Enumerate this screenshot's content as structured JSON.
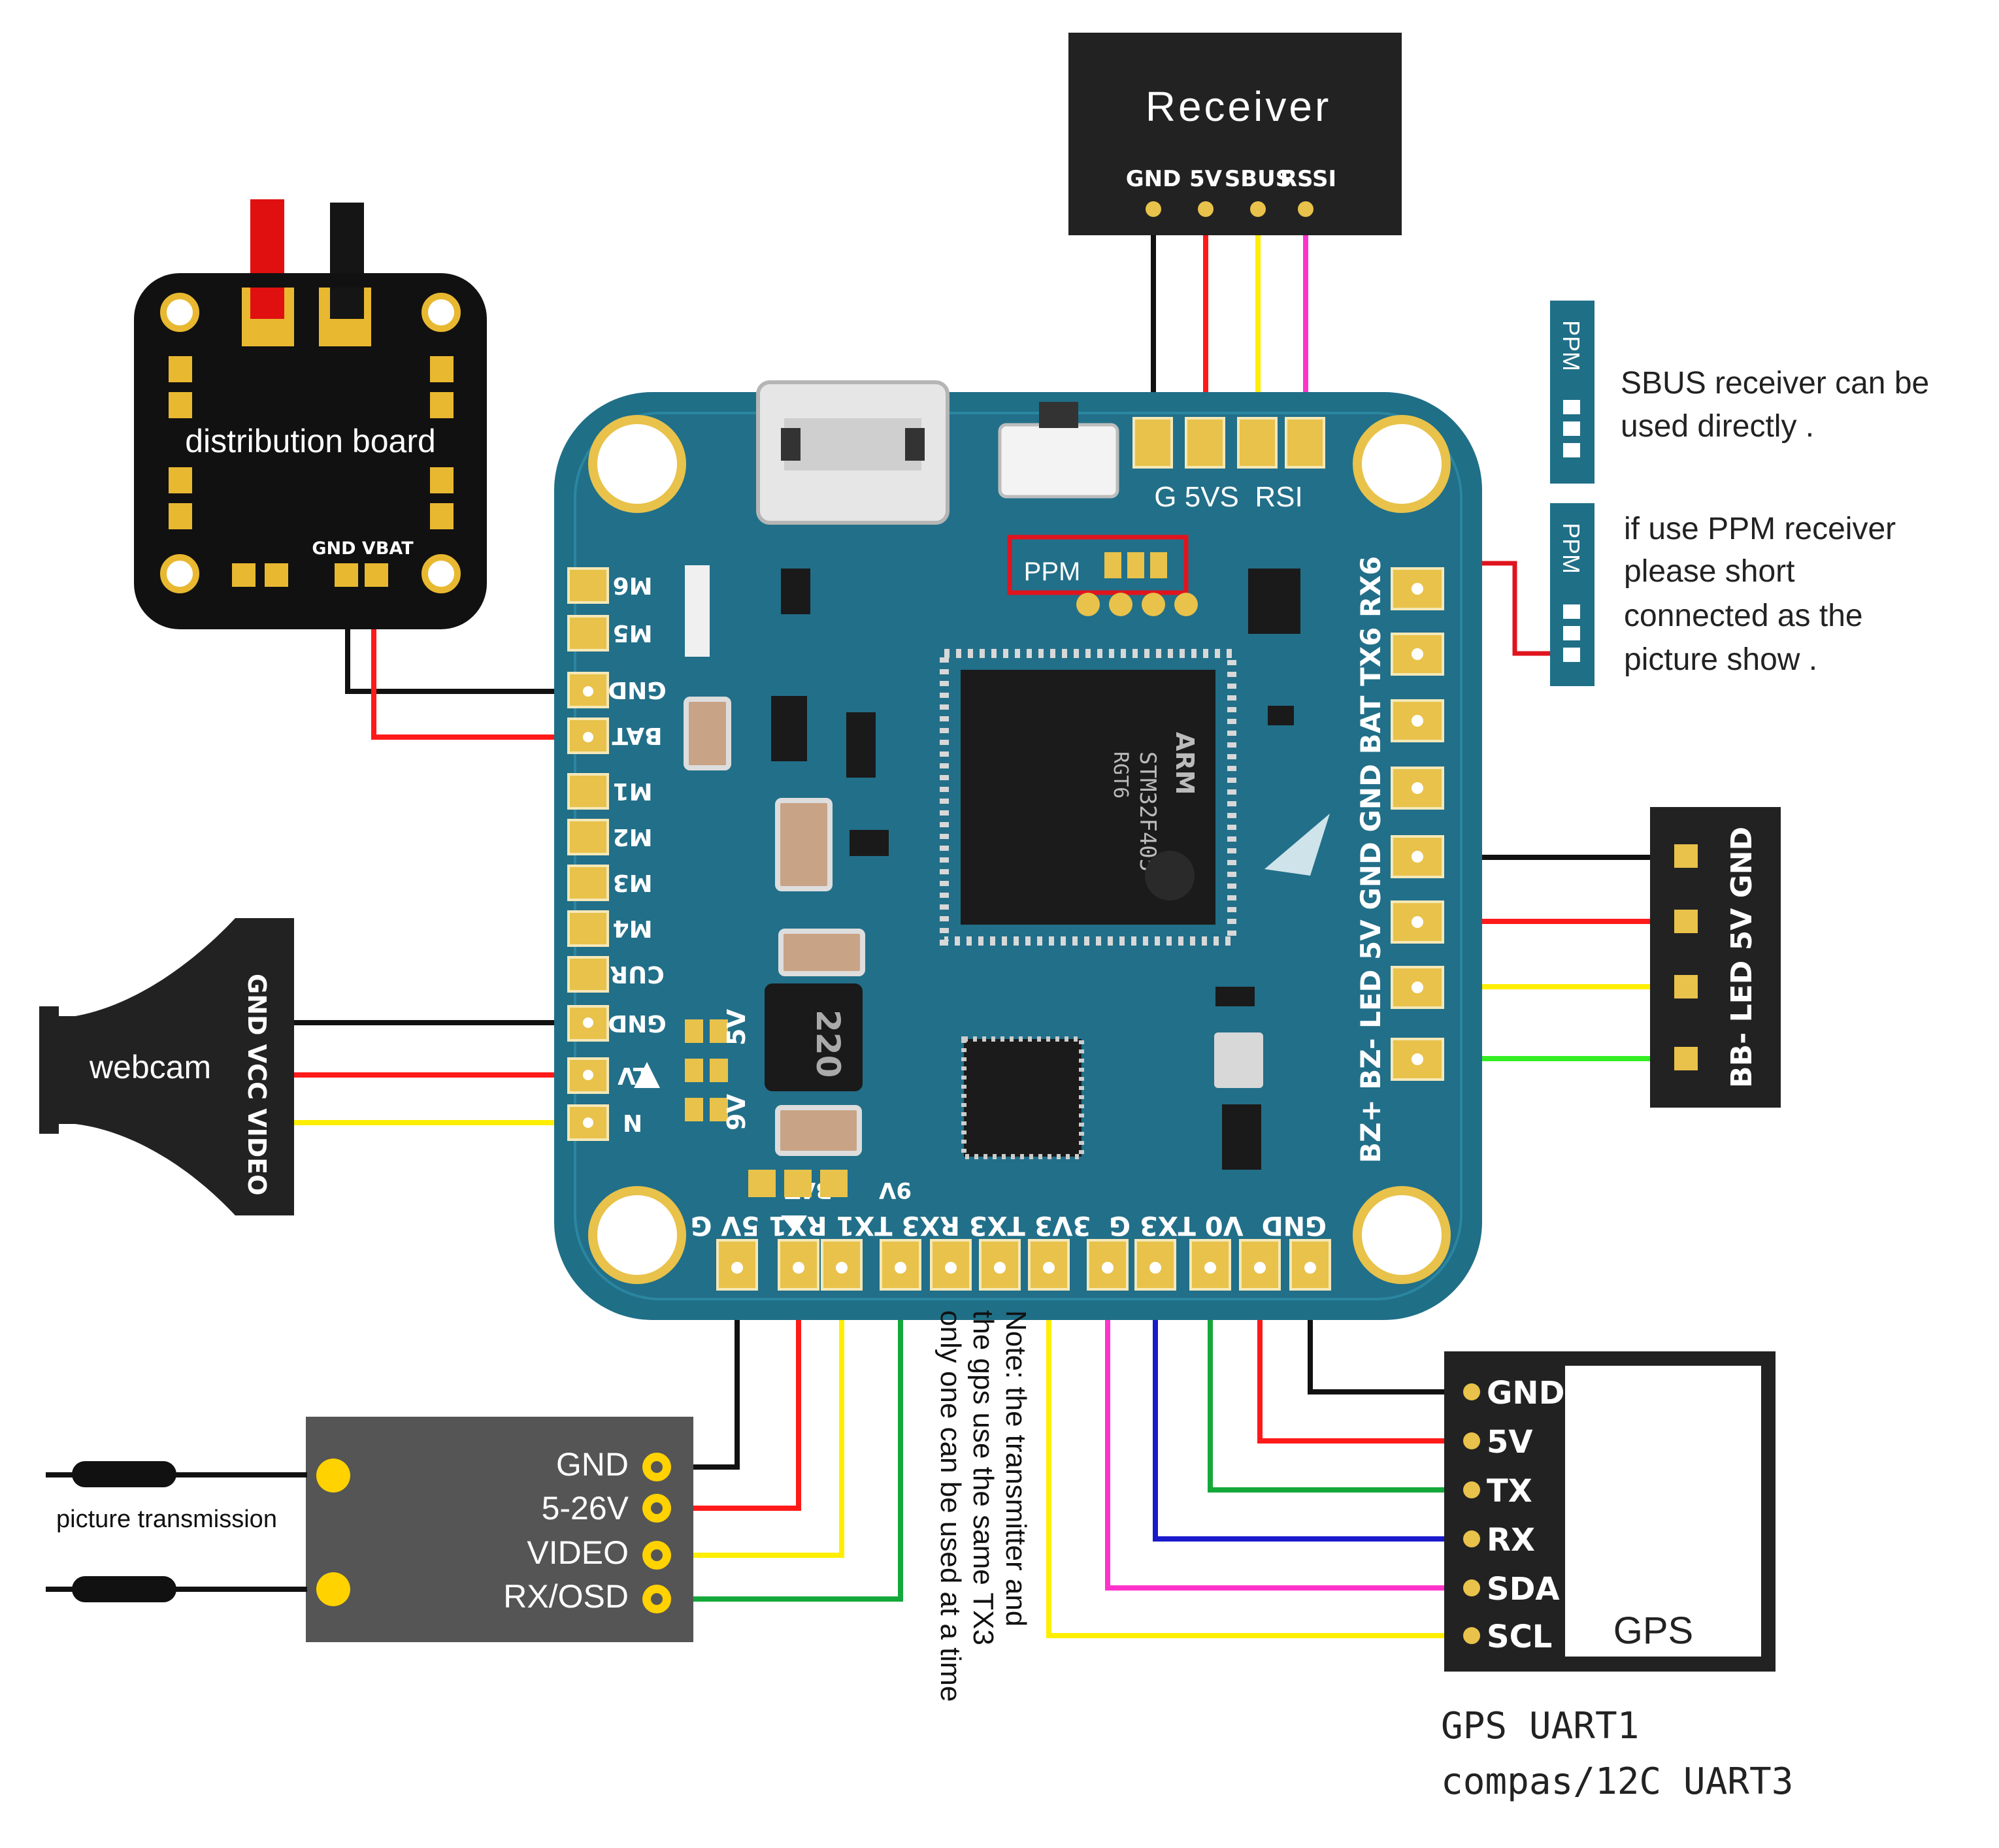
{
  "receiver": {
    "title": "Receiver",
    "pins": [
      "GND",
      "5V",
      "SBUS",
      "RSSI"
    ]
  },
  "distribution_board": {
    "label": "distribution board",
    "pin_label": "GND VBAT"
  },
  "fc": {
    "top_pad_labels": "G 5VS  RSI",
    "ppm_label": "PPM",
    "left_labels": [
      "M6",
      "M5",
      "GND",
      "BAT",
      "M1",
      "M2",
      "M3",
      "M4",
      "CUR",
      "GND",
      "LV",
      "N"
    ],
    "right_labels": "BZ+ BZ- LED 5V GND GND BAT TX6 RX6",
    "bottom_labels": "GND  V0 TX3 G  3V3 TX3 RX3 TX1 RX1 5V G",
    "bottom_sub_labels": "9V      BAT",
    "voltage_labels": [
      "5V",
      "9V"
    ],
    "chip_text": [
      "STM32F405",
      "RGT6",
      "ARM"
    ],
    "inductor_text": "220"
  },
  "ppm_notes": {
    "tag": "PPM",
    "note1": [
      "SBUS receiver can be",
      "used directly ."
    ],
    "note2": [
      "if use PPM receiver",
      "please short",
      "connected as the",
      "picture show ."
    ]
  },
  "led_buzzer": {
    "label": "BB- LED 5V GND"
  },
  "webcam": {
    "label": "webcam",
    "pin_label": "GND VCC VIDEO"
  },
  "vtx": {
    "side_label": "picture transmission",
    "pins": [
      "GND",
      "5-26V",
      "VIDEO",
      "RX/OSD"
    ]
  },
  "note": {
    "lines": [
      "Note: the transmitter and",
      "the gps use the same TX3",
      "only one can be used at a time"
    ]
  },
  "gps": {
    "title": "GPS",
    "pins": [
      "GND",
      "5V",
      "TX",
      "RX",
      "SDA",
      "SCL"
    ],
    "caption": [
      "GPS UART1",
      "compas/12C UART3"
    ]
  },
  "colors": {
    "board": "#1f6f87",
    "board_light": "#2b86a0",
    "pad": "#e8c24a",
    "pad_border": "#f5e8b8",
    "wire_black": "#111111",
    "wire_red": "#ff1a1a",
    "wire_yellow": "#ffee00",
    "wire_magenta": "#ff33cc",
    "wire_green": "#14a83a",
    "wire_lime": "#33ee22",
    "wire_blue": "#1a1acc",
    "highlight": "#e0141e",
    "module_dark": "#222222",
    "vtx_gray": "#555555"
  }
}
